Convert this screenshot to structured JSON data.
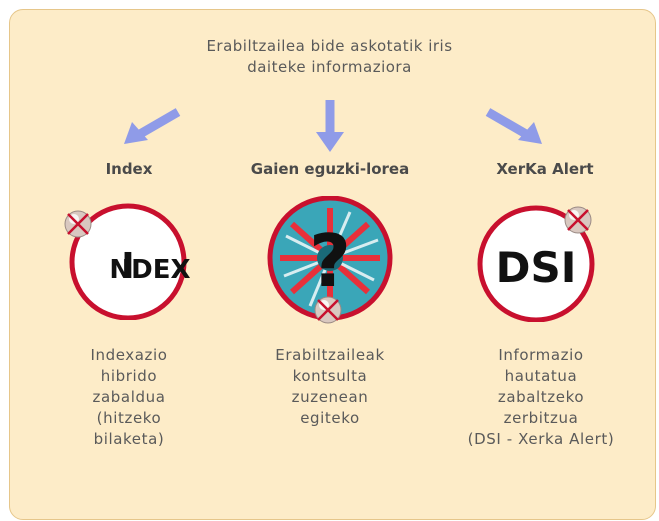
{
  "intro": {
    "line1": "Erabiltzailea bide askotatik iris",
    "line2": "daiteke informaziora"
  },
  "columns": [
    {
      "title": "Index",
      "icon": "index-icon",
      "icon_text": "INDEX",
      "desc": [
        "Indexazio",
        "hibrido",
        "zabaldua",
        "(hitzeko",
        "bilaketa)"
      ]
    },
    {
      "title": "Gaien eguzki-lorea",
      "icon": "sunflower-question-icon",
      "icon_text": "?",
      "desc": [
        "Erabiltzaileak",
        "kontsulta",
        "zuzenean",
        "egiteko"
      ]
    },
    {
      "title": "XerKa Alert",
      "icon": "dsi-icon",
      "icon_text": "DSI",
      "desc": [
        "Informazio",
        "hautatua",
        "zabaltzeko",
        "zerbitzua",
        "(DSI - Xerka Alert)"
      ]
    }
  ],
  "colors": {
    "panel_background": "#fdecc8",
    "arrow": "#8f9be8",
    "ring": "#c8102e",
    "text": "#5a5a5a"
  }
}
